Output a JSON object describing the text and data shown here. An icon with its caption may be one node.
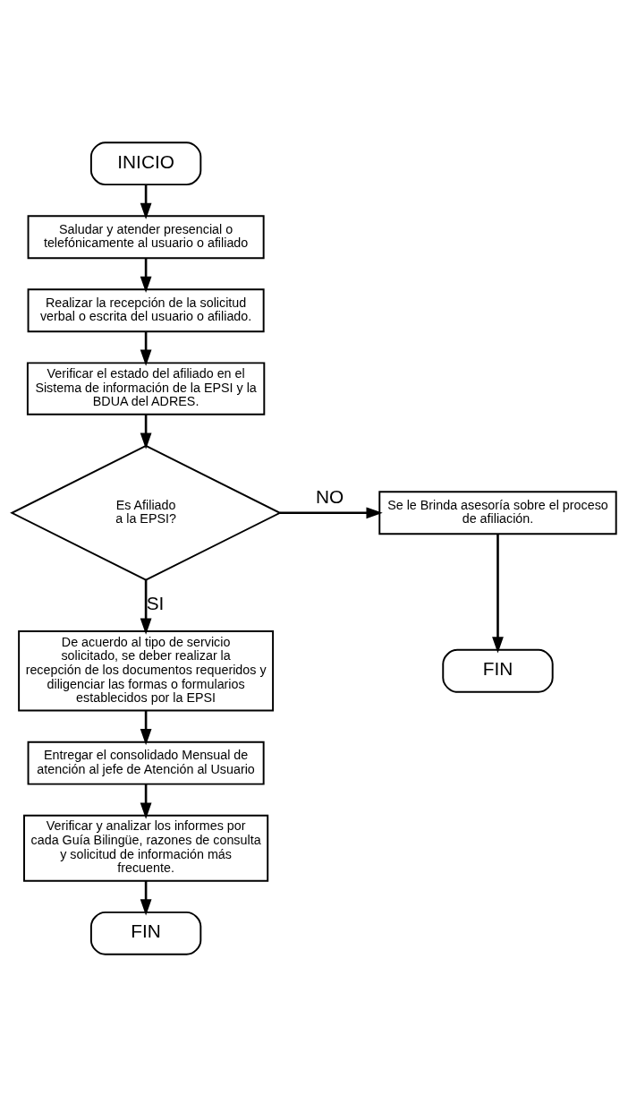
{
  "diagram": {
    "nodes": [
      {
        "text": [
          "INICIO"
        ]
      },
      {
        "text": [
          "Saludar y atender presencial o telefónicamente al usuario o afiliado"
        ]
      },
      {
        "text": [
          "Realizar la recepción de la solicitud verbal o escrita del usuario o afiliado."
        ]
      },
      {
        "text": [
          "Verificar el estado del afiliado en el Sistema de información de la EPSI y la BDUA del ADRES."
        ]
      },
      {
        "text": [
          "Es Afiliado a la EPSI?"
        ]
      },
      {
        "text": [
          "Se le Brinda asesoría sobre el proceso de afiliación."
        ]
      },
      {
        "text": [
          "FIN"
        ]
      },
      {
        "text": [
          "De acuerdo al tipo de servicio solicitado, se deber realizar la recepción de los documentos requeridos y diligenciar las formas o formularios establecidos por la EPSI"
        ]
      },
      {
        "text": [
          "Entregar el consolidado Mensual de atención al jefe de Atención al Usuario"
        ]
      },
      {
        "text": [
          "Verificar y analizar los informes por cada Guía Bilingüe, razones de consulta y solicitud de información más frecuente."
        ]
      },
      {
        "text": [
          "FIN"
        ]
      }
    ],
    "edges": [
      {
        "from": 0,
        "to": 1,
        "arrow": "to"
      },
      {
        "from": 1,
        "to": 2,
        "arrow": "to"
      },
      {
        "from": 2,
        "to": 3,
        "arrow": "to"
      },
      {
        "from": 3,
        "to": 4,
        "arrow": "to"
      },
      {
        "from": 4,
        "to": 5,
        "arrow": "to",
        "label": "NO"
      },
      {
        "from": 5,
        "to": 6,
        "arrow": "to"
      },
      {
        "from": 4,
        "to": 7,
        "arrow": "to",
        "label": "SI"
      },
      {
        "from": 7,
        "to": 8,
        "arrow": "to"
      },
      {
        "from": 8,
        "to": 9,
        "arrow": "to"
      },
      {
        "from": 9,
        "to": 10,
        "arrow": "to"
      }
    ]
  }
}
